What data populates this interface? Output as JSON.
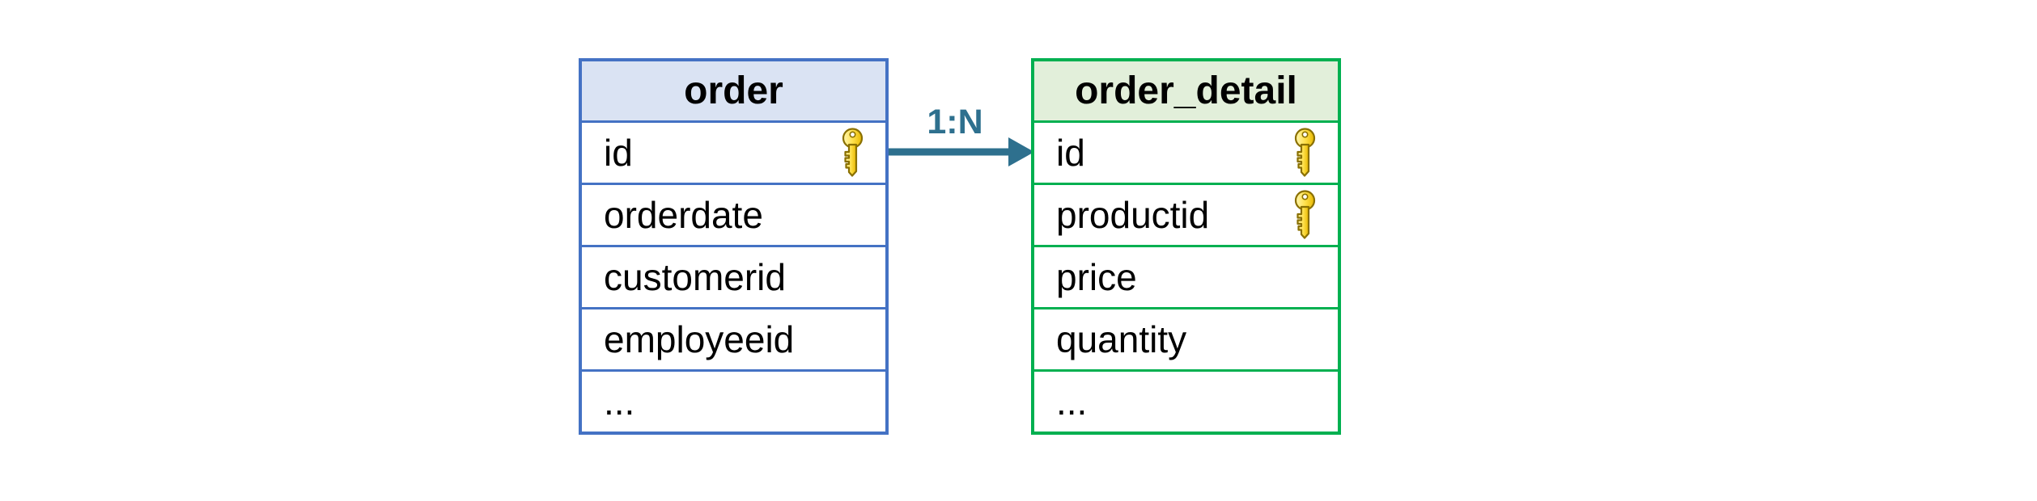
{
  "diagram": {
    "tables": [
      {
        "name": "order",
        "border_color": "#4472C4",
        "header_bg": "#DAE3F3",
        "fields": [
          {
            "name": "id",
            "primary_key": true
          },
          {
            "name": "orderdate",
            "primary_key": false
          },
          {
            "name": "customerid",
            "primary_key": false
          },
          {
            "name": "employeeid",
            "primary_key": false
          },
          {
            "name": "...",
            "primary_key": false
          }
        ]
      },
      {
        "name": "order_detail",
        "border_color": "#00B050",
        "header_bg": "#E2EFDA",
        "fields": [
          {
            "name": "id",
            "primary_key": true
          },
          {
            "name": "productid",
            "primary_key": true
          },
          {
            "name": "price",
            "primary_key": false
          },
          {
            "name": "quantity",
            "primary_key": false
          },
          {
            "name": "...",
            "primary_key": false
          }
        ]
      }
    ],
    "relationship": {
      "label": "1:N",
      "color": "#2E708E",
      "from_table": "order",
      "to_table": "order_detail"
    },
    "key_icon": {
      "fill": "#FFE14D",
      "outline": "#8A7000"
    }
  }
}
